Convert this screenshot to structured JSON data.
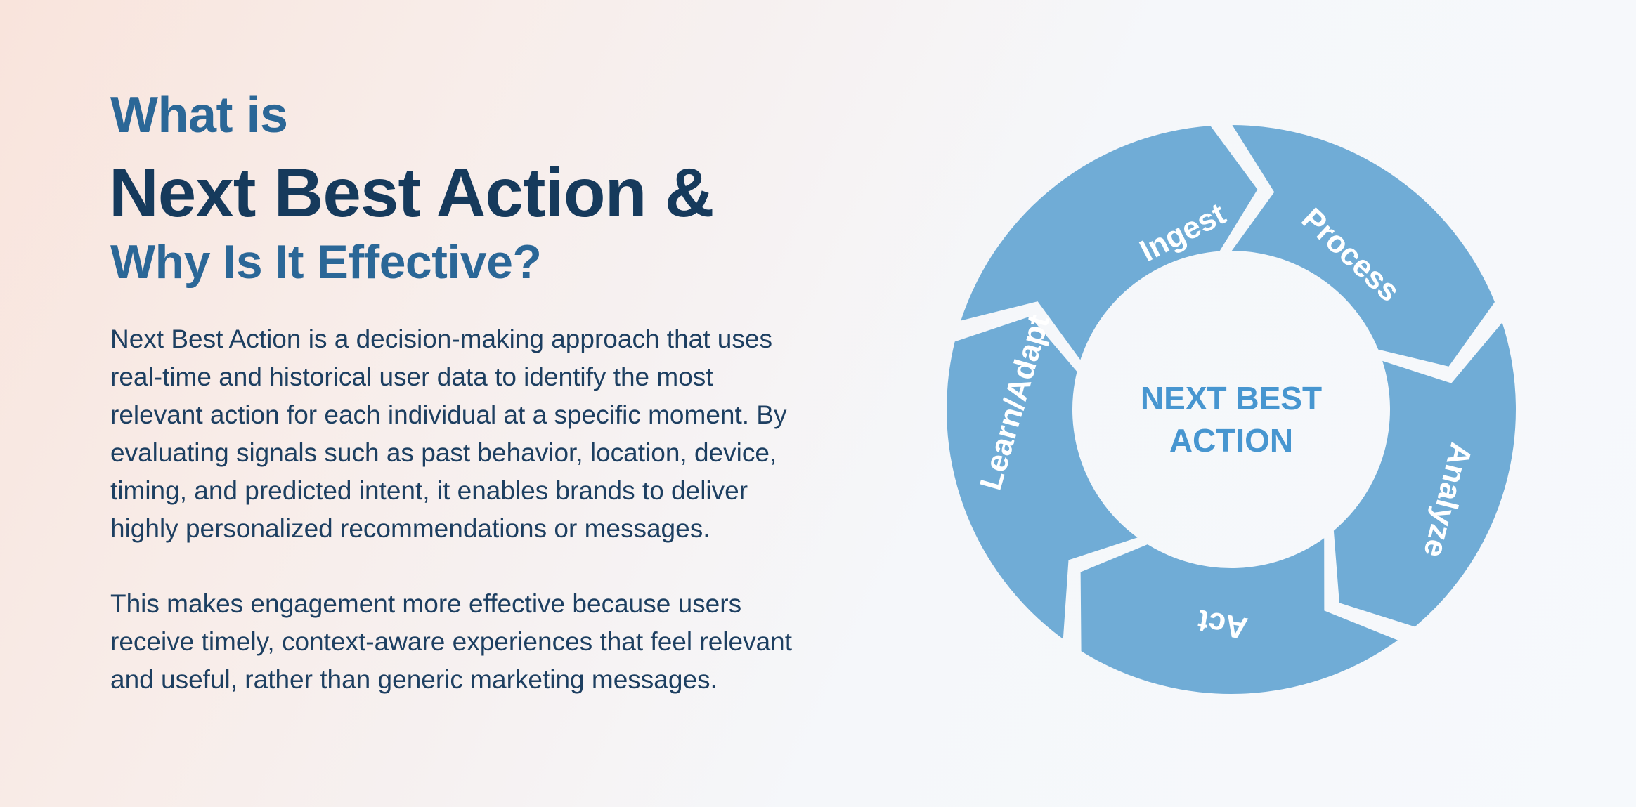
{
  "heading": {
    "line1": "What is",
    "line2": "Next Best Action &",
    "line3": "Why Is It Effective?"
  },
  "paragraphs": [
    {
      "lines": [
        "Next Best Action is a decision-making approach that uses",
        "real-time and historical user data to identify the most",
        "relevant action for each individual at a specific moment. By",
        "evaluating signals such as past behavior, location, device,",
        "timing, and predicted intent, it enables brands to deliver",
        "highly personalized recommendations or messages."
      ]
    },
    {
      "lines": [
        "This makes engagement more effective because users",
        "receive timely, context-aware experiences that feel relevant",
        "and useful, rather than generic marketing messages."
      ]
    }
  ],
  "cycle": {
    "center_label_line1": "NEXT BEST",
    "center_label_line2": "ACTION",
    "steps": [
      {
        "label": "Ingest"
      },
      {
        "label": "Process"
      },
      {
        "label": "Analyze"
      },
      {
        "label": "Act"
      },
      {
        "label": "Learn/Adapt"
      }
    ],
    "colors": {
      "ring": "#70acd6",
      "center_text": "#4796d0",
      "gap": "#f6f9fc"
    }
  },
  "colors": {
    "heading_accent": "#2b6797",
    "heading_dark": "#163a5c",
    "body_text": "#1d3f61"
  }
}
